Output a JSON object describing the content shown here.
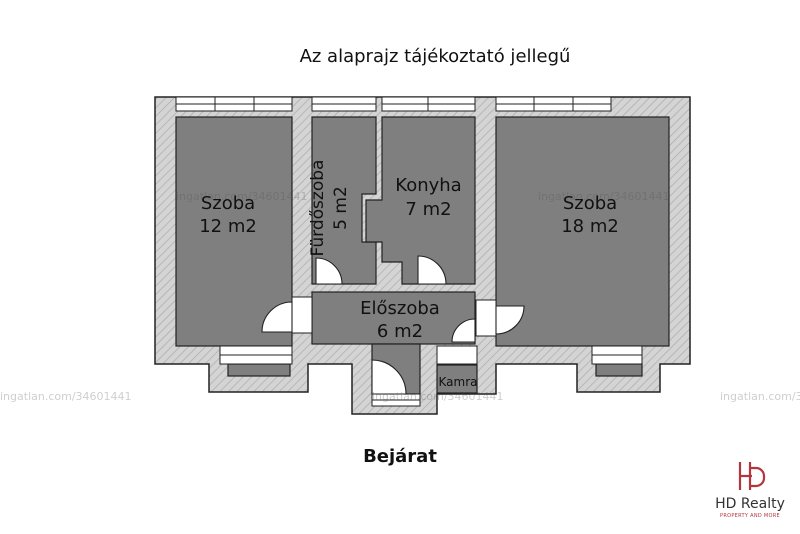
{
  "note": "Az alaprajz tájékoztató jellegű",
  "entrance_label": "Bejárat",
  "watermark": "ingatlan.com/34601441",
  "colors": {
    "wall": "#d2d2d2",
    "room": "#7f7f7f",
    "outline": "#222222",
    "accent": "#b5353d"
  },
  "rooms": [
    {
      "id": "szoba-left",
      "name": "Szoba",
      "area": "12 m2"
    },
    {
      "id": "furdoszoba",
      "name": "Fürdőszoba",
      "area": "5 m2"
    },
    {
      "id": "konyha",
      "name": "Konyha",
      "area": "7 m2"
    },
    {
      "id": "szoba-right",
      "name": "Szoba",
      "area": "18 m2"
    },
    {
      "id": "eloszoba",
      "name": "Előszoba",
      "area": "6 m2"
    },
    {
      "id": "kamra",
      "name": "Kamra",
      "area": ""
    }
  ],
  "logo": {
    "name": "HD Realty",
    "tagline": "PROPERTY AND MORE"
  }
}
